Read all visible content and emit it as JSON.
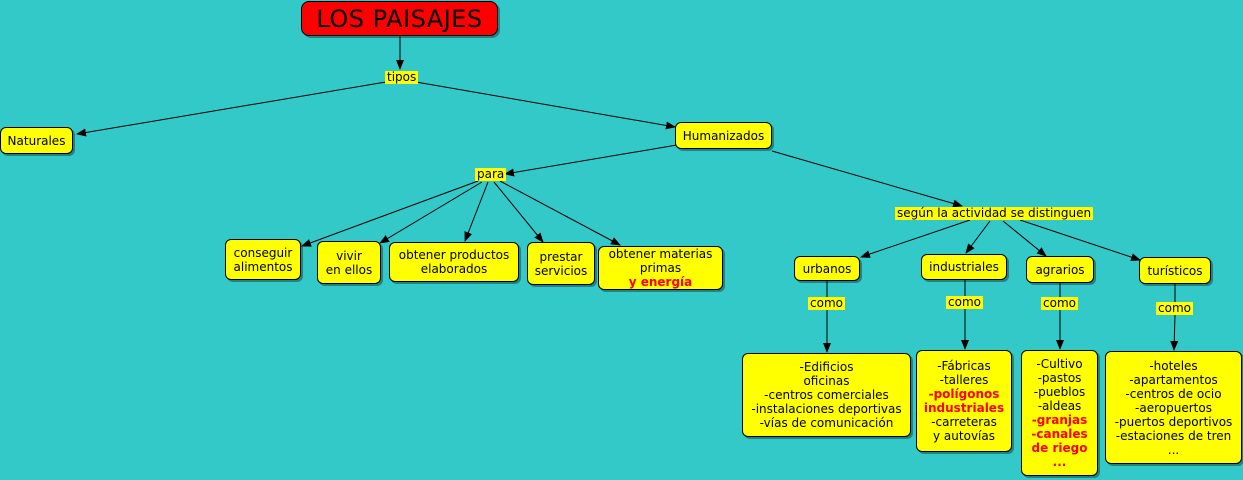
{
  "title": "LOS PAISAJES",
  "links": {
    "tipos": "tipos",
    "para": "para",
    "segun": "según la actividad se distinguen",
    "como": "como"
  },
  "nodes": {
    "naturales": "Naturales",
    "humanizados": "Humanizados",
    "conseguir": [
      "conseguir",
      "alimentos"
    ],
    "vivir": [
      "vivir",
      "en ellos"
    ],
    "obtener_productos": [
      "obtener productos",
      "elaborados"
    ],
    "prestar": [
      "prestar",
      "servicios"
    ],
    "obtener_materias": {
      "line1": "obtener materias",
      "line2": "primas",
      "line2_red": "y energía"
    },
    "urbanos": "urbanos",
    "industriales": "industriales",
    "agrarios": "agrarios",
    "turisticos": "turísticos"
  },
  "lists": {
    "urbanos": [
      {
        "text": "-Edificios",
        "red": false
      },
      {
        "text": "oficinas",
        "red": false
      },
      {
        "text": "-centros comerciales",
        "red": false
      },
      {
        "text": "-instalaciones deportivas",
        "red": false
      },
      {
        "text": "-vías de comunicación",
        "red": false
      }
    ],
    "industriales": [
      {
        "text": "-Fábricas",
        "red": false
      },
      {
        "text": "-talleres",
        "red": false
      },
      {
        "text": "-polígonos",
        "red": true
      },
      {
        "text": "industriales",
        "red": true
      },
      {
        "text": "-carreteras",
        "red": false
      },
      {
        "text": "y autovías",
        "red": false
      }
    ],
    "agrarios": [
      {
        "text": "-Cultivo",
        "red": false
      },
      {
        "text": "-pastos",
        "red": false
      },
      {
        "text": "-pueblos",
        "red": false
      },
      {
        "text": "-aldeas",
        "red": false
      },
      {
        "text": "-granjas",
        "red": true
      },
      {
        "text": "-canales",
        "red": true
      },
      {
        "text": "de riego",
        "red": true
      },
      {
        "text": "...",
        "red": true
      }
    ],
    "turisticos": [
      {
        "text": "-hoteles",
        "red": false
      },
      {
        "text": "-apartamentos",
        "red": false
      },
      {
        "text": "-centros de ocio",
        "red": false
      },
      {
        "text": "-aeropuertos",
        "red": false
      },
      {
        "text": "-puertos deportivos",
        "red": false
      },
      {
        "text": "-estaciones de tren",
        "red": false
      },
      {
        "text": "...",
        "red": false
      }
    ]
  },
  "colors": {
    "background": "#33C9C9",
    "node": "#FFFF00",
    "title": "#FF0000",
    "highlight_text": "#FF0000"
  }
}
